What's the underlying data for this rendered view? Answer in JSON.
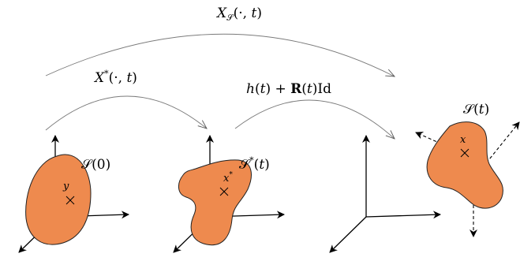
{
  "labels": {
    "transport_map": "X_S(·,t)",
    "reference_map": "X*(·,t)",
    "rigid_motion": "h(t) + R(t)Id",
    "domain_initial": "S(0)",
    "domain_reference": "S*(t)",
    "domain_current": "S(t)",
    "point_initial": "y",
    "point_reference": "x*",
    "point_current": "x"
  },
  "colors": {
    "body_fill": "#ee8a4e",
    "outline": "#222222",
    "arc": "#7a7a7a"
  }
}
